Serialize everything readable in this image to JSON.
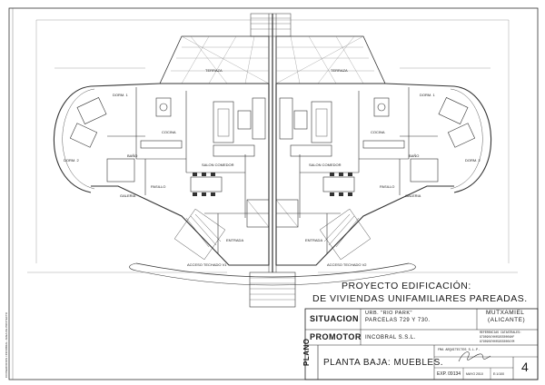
{
  "project": {
    "title_line1": "PROYECTO EDIFICACIÓN:",
    "title_line2": "DE VIVIENDAS UNIFAMILIARES PAREADAS."
  },
  "situacion": {
    "label": "SITUACION",
    "address_line1": "URB. \"RIO PARK\"",
    "address_line2": "PARCELAS 729 Y 730.",
    "city_line1": "MUTXAMIEL",
    "city_line2": "(ALICANTE)",
    "refs_label": "REFERENCIAS CATASTRALES:",
    "ref1": "9790901YH0595S0001HF",
    "ref2": "9790902YH0595S0001YM"
  },
  "promotor": {
    "label": "PROMOTOR",
    "name": "INCOBRAL S.S.L."
  },
  "plano": {
    "label": "PLANO",
    "title": "PLANTA BAJA: MUEBLES.",
    "firm": "FMA ARQUITECTOS S.L.P.",
    "exp": "EXP. 09134",
    "fecha": "MAYO 2010",
    "escala": "E:1/100",
    "number": "4"
  },
  "rooms": {
    "terraza_l": "TERRAZA",
    "terraza_r": "TERRAZA",
    "dorm1_l": "DORM. 1",
    "dorm1_r": "DORM. 1",
    "dorm2_l": "DORM. 2",
    "dorm2_r": "DORM. 2",
    "bano_l": "BAÑO",
    "bano_r": "BAÑO",
    "cocina_l": "COCINA",
    "cocina_r": "COCINA",
    "salon_l": "SALON COMEDOR",
    "salon_r": "SALON COMEDOR",
    "pasillo_l": "PASILLO",
    "pasillo_r": "PASILLO",
    "galeria_l": "GALERIA",
    "galeria_r": "GALERIA",
    "entrada_l": "ENTRADA",
    "entrada_r": "ENTRADA",
    "acceso_l": "ACCESO TECHADO V1",
    "acceso_r": "ACCESO TECHADO V2"
  },
  "side_note": "CIVISERVICIOS / INCOBRAL: AREA DE PROYECTO"
}
